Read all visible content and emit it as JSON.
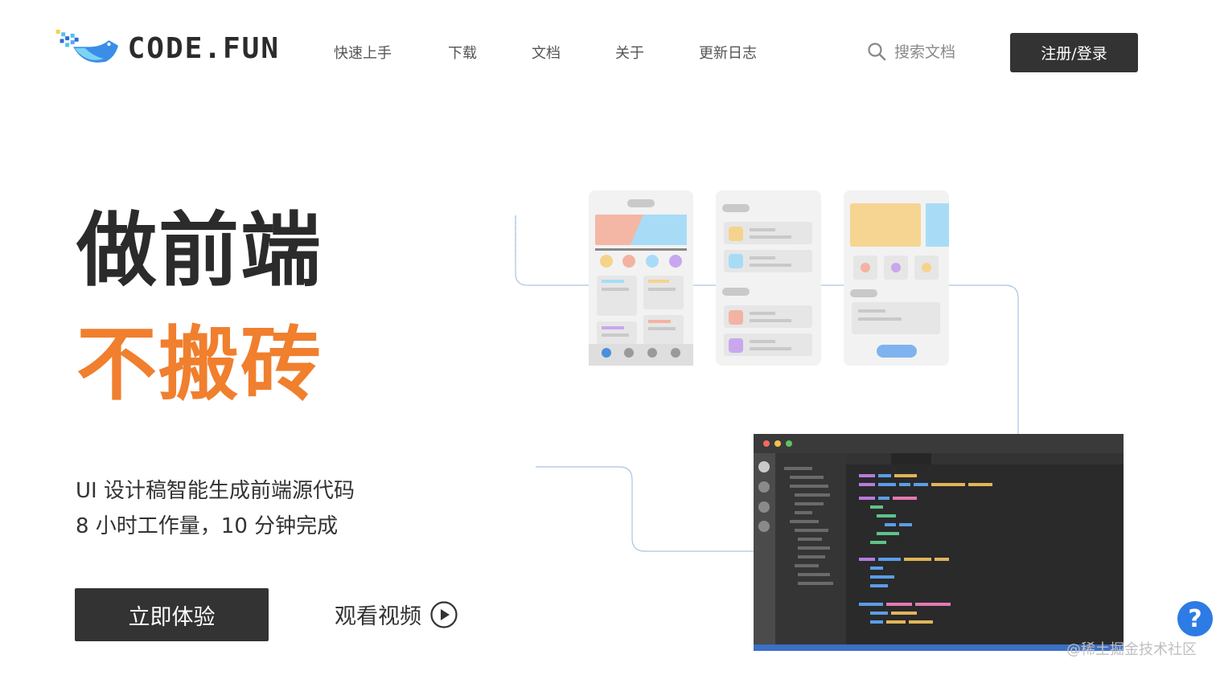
{
  "header": {
    "logo_text": "CODE.FUN",
    "nav": [
      "快速上手",
      "下载",
      "文档",
      "关于",
      "更新日志"
    ],
    "search_placeholder": "搜索文档",
    "login_label": "注册/登录"
  },
  "hero": {
    "headline_1": "做前端",
    "headline_2": "不搬砖",
    "subtitle_1": "UI 设计稿智能生成前端源代码",
    "subtitle_2": "8 小时工作量，10 分钟完成",
    "cta_label": "立即体验",
    "video_label": "观看视频"
  },
  "colors": {
    "accent_orange": "#f07f2e",
    "dark": "#333333",
    "help_blue": "#2d7be5"
  },
  "icons": [
    "logo-bird-icon",
    "search-icon",
    "play-icon",
    "help-icon"
  ],
  "help_label": "?",
  "watermark": "@稀土掘金技术社区"
}
